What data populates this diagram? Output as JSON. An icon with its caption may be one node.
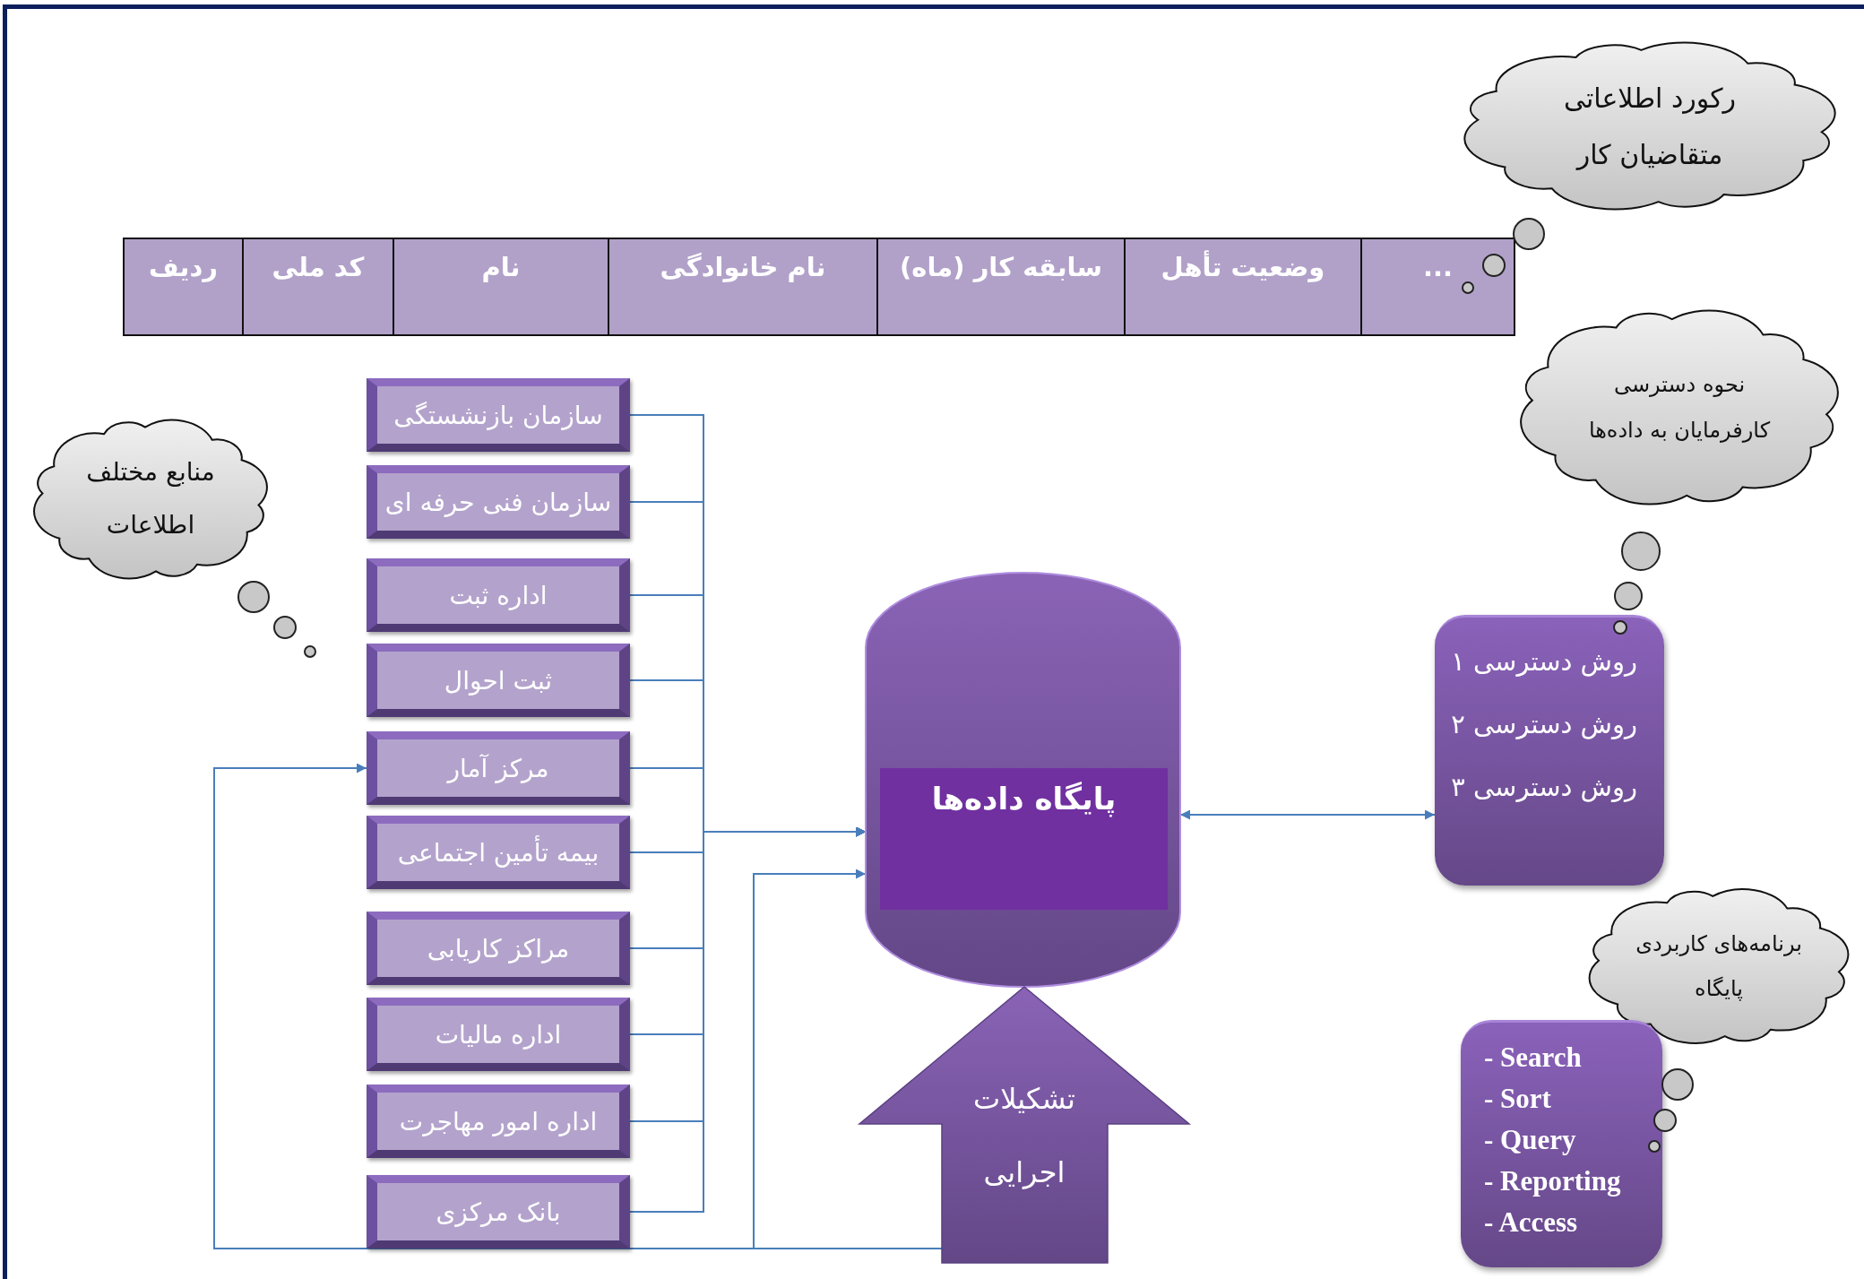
{
  "diagram": {
    "nodes": [
      {
        "text": [
          "رکورد اطلاعاتی متقاضیان کار"
        ]
      },
      {
        "text": [
          "نحوه دسترسی کارفرمایان به داده‌ها"
        ]
      },
      {
        "text": [
          "منابع مختلف اطلاعات"
        ]
      },
      {
        "text": [
          "سازمان بازنشستگی"
        ]
      },
      {
        "text": [
          "سازمان فنی حرفه ای"
        ]
      },
      {
        "text": [
          "اداره ثبت"
        ]
      },
      {
        "text": [
          "ثبت احوال"
        ]
      },
      {
        "text": [
          "مرکز آمار"
        ]
      },
      {
        "text": [
          "بیمه تأمین اجتماعی"
        ]
      },
      {
        "text": [
          "مراکز کاریابی"
        ]
      },
      {
        "text": [
          "اداره مالیات"
        ]
      },
      {
        "text": [
          "اداره امور مهاجرت"
        ]
      },
      {
        "text": [
          "بانک مرکزی"
        ]
      },
      {
        "text": [
          "پایگاه داده‌ها"
        ]
      },
      {
        "text": [
          "تشکیلات اجرایی"
        ]
      },
      {
        "text": [
          "روش دسترسی ۱",
          "روش دسترسی ۲",
          "روش دسترسی ۳"
        ]
      },
      {
        "text": [
          "برنامه‌های کاربردی پایگاه"
        ]
      },
      {
        "text": [
          "- Search",
          "- Sort",
          "- Query",
          "- Reporting",
          "- Access"
        ]
      }
    ],
    "edges": [
      {
        "from": 3,
        "to": 13,
        "arrow": "to"
      },
      {
        "from": 4,
        "to": 13,
        "arrow": "to"
      },
      {
        "from": 5,
        "to": 13,
        "arrow": "to"
      },
      {
        "from": 6,
        "to": 13,
        "arrow": "to"
      },
      {
        "from": 7,
        "to": 13,
        "arrow": "to"
      },
      {
        "from": 8,
        "to": 13,
        "arrow": "to"
      },
      {
        "from": 9,
        "to": 13,
        "arrow": "to"
      },
      {
        "from": 10,
        "to": 13,
        "arrow": "to"
      },
      {
        "from": 11,
        "to": 13,
        "arrow": "to"
      },
      {
        "from": 12,
        "to": 13,
        "arrow": "to"
      },
      {
        "from": 14,
        "to": 7,
        "arrow": "to"
      },
      {
        "from": 14,
        "to": 13,
        "arrow": "to"
      },
      {
        "from": 13,
        "to": 15,
        "arrow": "both"
      }
    ],
    "labels": [
      "ردیف",
      "کد ملی",
      "نام",
      "نام خانوادگی",
      "سابقه کار (ماه)",
      "وضعیت تأهل",
      "..."
    ]
  }
}
